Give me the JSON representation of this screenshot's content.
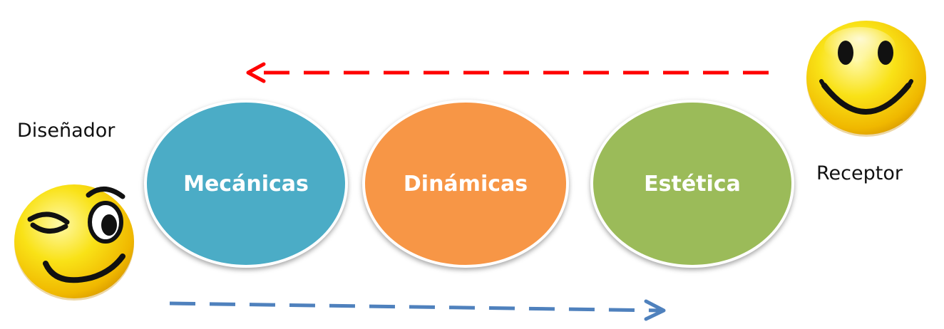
{
  "designer": {
    "label": "Diseñador",
    "face": "winking-smiley-icon"
  },
  "receiver": {
    "label": "Receptor",
    "face": "smiley-icon"
  },
  "stages": [
    {
      "label": "Mecánicas",
      "color": "#4bacc6"
    },
    {
      "label": "Dinámicas",
      "color": "#f79646"
    },
    {
      "label": "Estética",
      "color": "#9bbb59"
    }
  ],
  "arrows": {
    "designer_to_receiver": {
      "direction": "right",
      "color": "#4f81bd"
    },
    "receiver_to_designer": {
      "direction": "left",
      "color": "#ff0000"
    }
  }
}
